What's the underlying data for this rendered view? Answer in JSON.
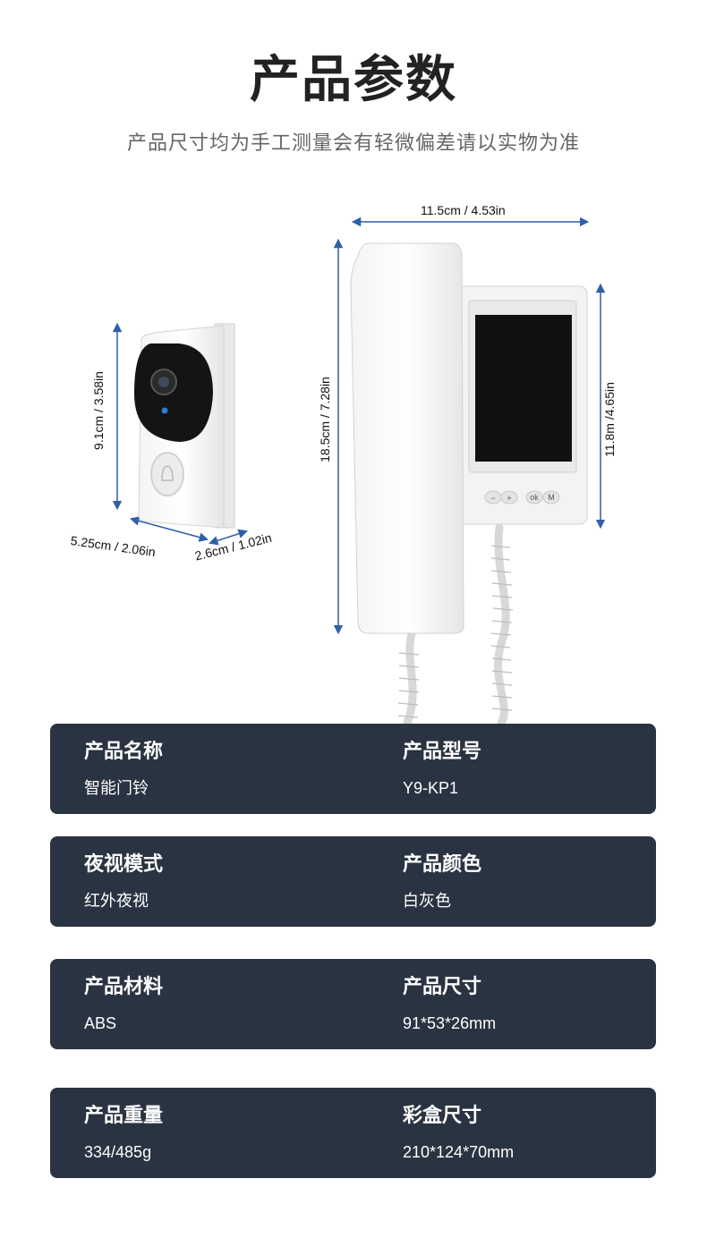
{
  "header": {
    "title": "产品参数",
    "subtitle": "产品尺寸均为手工测量会有轻微偏差请以实物为准"
  },
  "dimensions": {
    "doorbell_height": "9.1cm / 3.58in",
    "doorbell_width": "5.25cm / 2.06in",
    "doorbell_depth": "2.6cm / 1.02in",
    "monitor_width": "11.5cm / 4.53in",
    "monitor_height": "18.5cm / 7.28in",
    "screen_height": "11.8m /4.65in"
  },
  "monitor_buttons": [
    "−",
    "+",
    "ok",
    "M"
  ],
  "colors": {
    "card_bg": "#2a3341",
    "arrow": "#2f5fa8"
  },
  "specs": [
    {
      "left": {
        "label": "产品名称",
        "value": "智能门铃"
      },
      "right": {
        "label": "产品型号",
        "value": "Y9-KP1"
      }
    },
    {
      "left": {
        "label": "夜视模式",
        "value": "红外夜视"
      },
      "right": {
        "label": "产品颜色",
        "value": "白灰色"
      }
    },
    {
      "left": {
        "label": "产品材料",
        "value": "ABS"
      },
      "right": {
        "label": "产品尺寸",
        "value": "91*53*26mm"
      }
    },
    {
      "left": {
        "label": "产品重量",
        "value": "334/485g"
      },
      "right": {
        "label": "彩盒尺寸",
        "value": "210*124*70mm"
      }
    }
  ]
}
